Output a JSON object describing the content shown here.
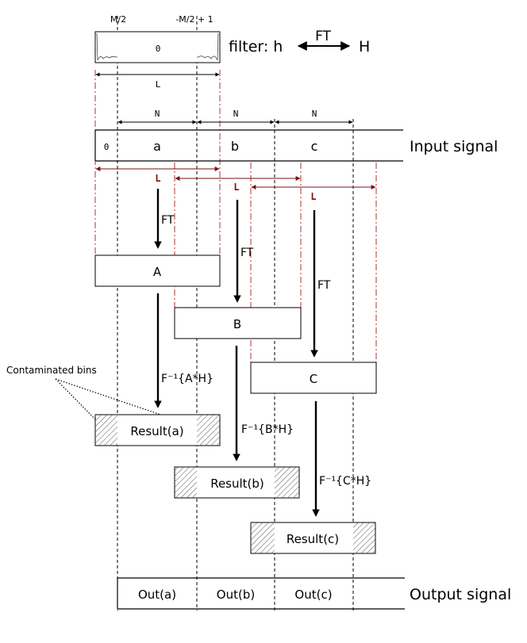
{
  "labels": {
    "m_half": "M/2",
    "neg_m_half_plus_one": "-M/2 + 1",
    "filter_zero": "0",
    "filter_caption": "filter: h",
    "ft_top": "FT",
    "h_big": "H",
    "l_top": "L",
    "n1": "N",
    "n2": "N",
    "n3": "N",
    "input_zero": "0",
    "seg_a": "a",
    "seg_b": "b",
    "seg_c": "c",
    "input_signal": "Input signal",
    "l_red_1": "L",
    "l_red_2": "L",
    "l_red_3": "L",
    "ft_1": "FT",
    "ft_2": "FT",
    "ft_3": "FT",
    "block_A": "A",
    "block_B": "B",
    "block_C": "C",
    "inv_A": "F⁻¹{A*H}",
    "inv_B": "F⁻¹{B*H}",
    "inv_C": "F⁻¹{C*H}",
    "contaminated": "Contaminated bins",
    "result_a": "Result(a)",
    "result_b": "Result(b)",
    "result_c": "Result(c)",
    "out_a": "Out(a)",
    "out_b": "Out(b)",
    "out_c": "Out(c)",
    "output_signal": "Output signal"
  },
  "colors": {
    "ink": "#000000",
    "dim_red": "#7a1010",
    "dash_red": "#b03030"
  }
}
